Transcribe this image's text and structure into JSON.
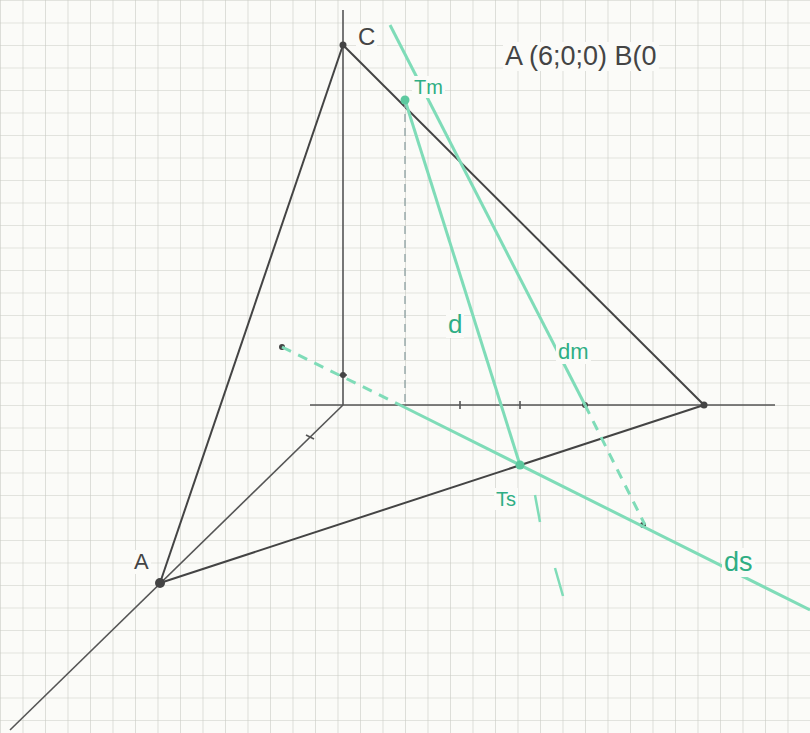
{
  "diagram": {
    "labels": [
      "A (6;0;0) B(0",
      "C",
      "Tm",
      "d",
      "dm",
      "Ts",
      "ds",
      "A"
    ]
  }
}
